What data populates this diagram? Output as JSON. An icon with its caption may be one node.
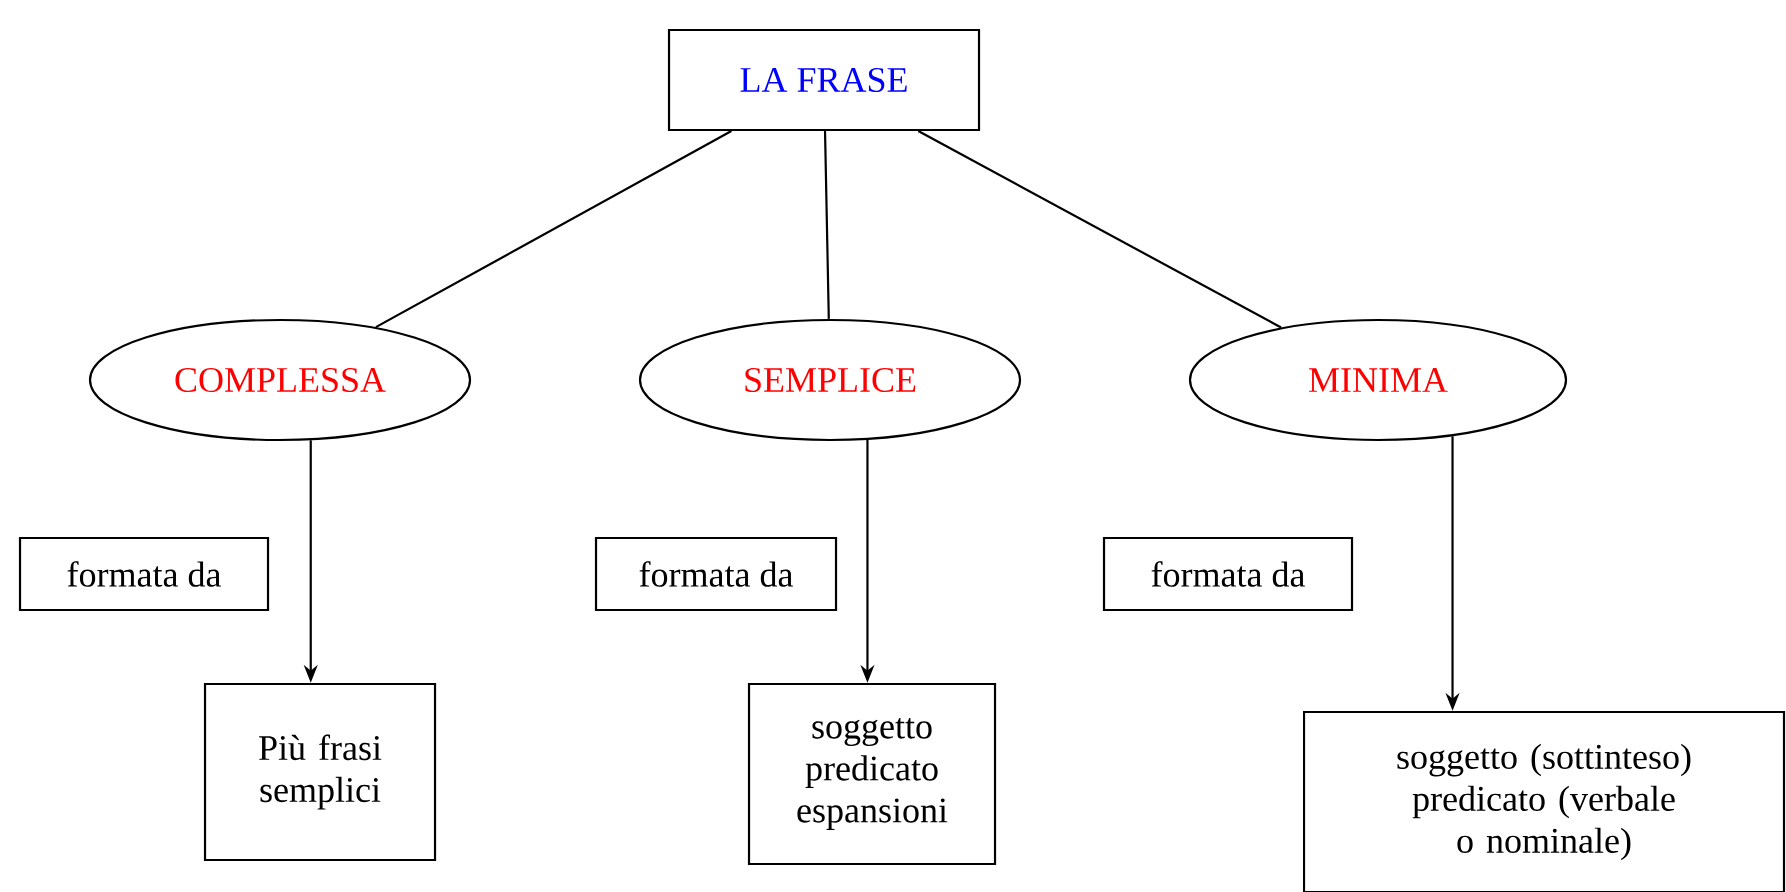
{
  "diagram": {
    "nodes": [
      {
        "text": [
          "LA FRASE"
        ]
      },
      {
        "text": [
          "COMPLESSA"
        ]
      },
      {
        "text": [
          "SEMPLICE"
        ]
      },
      {
        "text": [
          "MINIMA"
        ]
      },
      {
        "text": [
          "formata da"
        ]
      },
      {
        "text": [
          "formata da"
        ]
      },
      {
        "text": [
          "formata da"
        ]
      },
      {
        "text": [
          "Più frasi semplici"
        ]
      },
      {
        "text": [
          "soggetto predicato espansioni"
        ]
      },
      {
        "text": [
          "soggetto (sottinteso) predicato (verbale o nominale)"
        ]
      }
    ],
    "edges": [
      {
        "from": 0,
        "to": 1,
        "arrow": "none"
      },
      {
        "from": 0,
        "to": 2,
        "arrow": "none"
      },
      {
        "from": 0,
        "to": 3,
        "arrow": "none"
      },
      {
        "from": 1,
        "to": 7,
        "arrow": "to"
      },
      {
        "from": 2,
        "to": 8,
        "arrow": "to"
      },
      {
        "from": 3,
        "to": 9,
        "arrow": "to"
      }
    ]
  }
}
